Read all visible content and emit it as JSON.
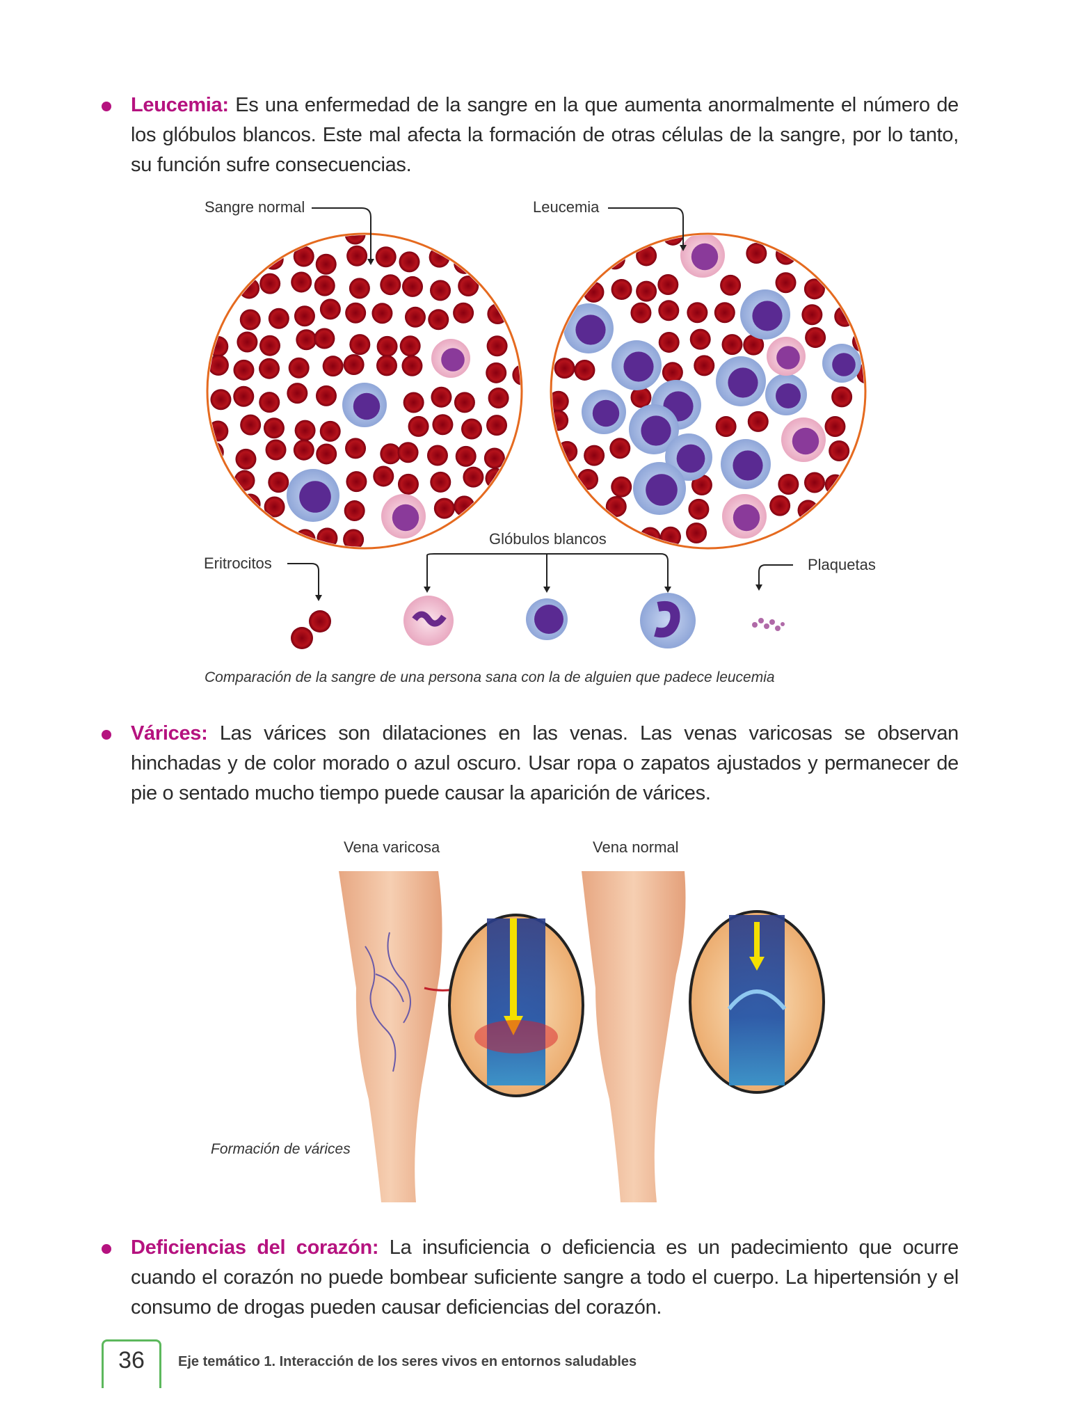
{
  "sections": [
    {
      "term": "Leucemia:",
      "text": " Es una enfermedad de la sangre en la que aumenta anormalmente el número de los glóbulos blancos. Este mal afecta la formación de otras células de la sangre, por lo tanto, su función sufre consecuencias."
    },
    {
      "term": "Várices:",
      "text": " Las várices son dilataciones en las venas. Las venas varicosas se observan hinchadas y de color morado o azul oscuro. Usar ropa o zapatos ajustados y permanecer de pie o sentado mucho tiempo puede causar la aparición de várices."
    },
    {
      "term": "Deficiencias del corazón:",
      "text": " La insuficiencia o deficiencia es un padecimiento que ocurre cuando el corazón no puede bombear suficiente sangre a todo el cuerpo. La hipertensión y el consumo de drogas pueden causar deficiencias del corazón."
    }
  ],
  "blood_figure": {
    "label_normal": "Sangre normal",
    "label_leukemia": "Leucemia",
    "label_white": "Glóbulos blancos",
    "label_rbc": "Eritrocitos",
    "label_platelets": "Plaquetas",
    "caption": "Comparación de la sangre de una persona sana con la de alguien que padece leucemia"
  },
  "vein_figure": {
    "label_varicose": "Vena varicosa",
    "label_normal": "Vena normal",
    "caption": "Formación de várices"
  },
  "footer": {
    "page_number": "36",
    "text": "Eje temático 1. Interacción de los seres vivos en entornos saludables"
  }
}
